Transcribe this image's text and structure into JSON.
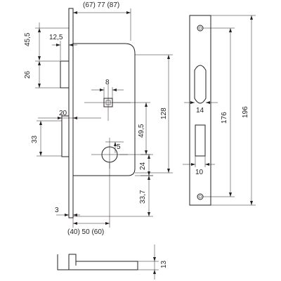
{
  "drawing": {
    "dimensions": {
      "backset_width": "(67) 77 (87)",
      "top_offset": "45,5",
      "bolt_offset": "12,5",
      "bolt_height": "26",
      "latch_width": "20",
      "latch_height": "33",
      "spindle_size": "8",
      "spindle_center": "49,5",
      "lock_body_height": "128",
      "key_size": "5",
      "key_distance": "24",
      "bottom_offset": "33,7",
      "thickness": "3",
      "backset": "(40) 50 (60)",
      "strike_width": "14",
      "latch_hole": "10",
      "faceplate_inner": "176",
      "faceplate_total": "196",
      "faceplate_thickness": "13"
    }
  }
}
